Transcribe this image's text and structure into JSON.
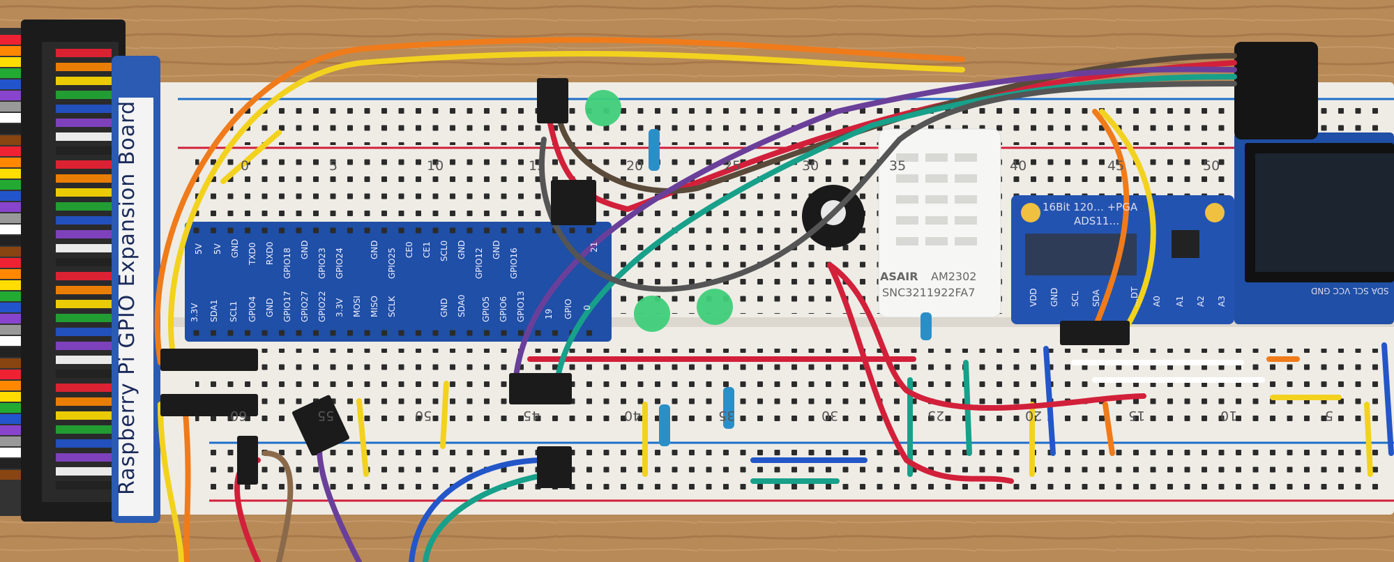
{
  "expansion_board": {
    "title": "Raspberry Pi GPIO Expansion Board",
    "top_pins": [
      "5V",
      "5V",
      "GND",
      "TXD0",
      "RXD0",
      "GPIO18",
      "GND",
      "GPIO23",
      "GPIO24",
      "GND",
      "GPIO25",
      "CE0",
      "CE1",
      "SCL0",
      "GND",
      "GPIO12",
      "GND",
      "GPIO16",
      "21"
    ],
    "bottom_pins": [
      "3.3V",
      "SDA1",
      "SCL1",
      "GPIO4",
      "GND",
      "GPIO17",
      "GPIO27",
      "GPIO22",
      "3.3V",
      "MOSI",
      "MISO",
      "SCLK",
      "GND",
      "SDA0",
      "GPIO5",
      "GPIO6",
      "GPIO13",
      "19",
      "GPIO",
      "0"
    ]
  },
  "breadboard": {
    "top_column_numbers": [
      "0",
      "5",
      "10",
      "15",
      "20",
      "25",
      "30",
      "35",
      "40",
      "45",
      "50"
    ],
    "bottom_column_numbers": [
      "60",
      "55",
      "50",
      "45",
      "40",
      "35",
      "30",
      "25",
      "20",
      "15",
      "10",
      "5"
    ]
  },
  "sensor": {
    "brand": "ASAIR",
    "model": "AM2302",
    "serial": "SNC3211922FA7"
  },
  "adc": {
    "line1": "16Bit 120… +PGA",
    "line2": "ADS11…",
    "pins": [
      "VDD",
      "GND",
      "SCL",
      "SDA",
      "…DT",
      "A0",
      "A1",
      "A2",
      "A3"
    ]
  },
  "oled": {
    "pins_label": "SDA SCL VCC GND"
  },
  "colors": {
    "wood": "#b98a5a",
    "breadboard": "#efece6",
    "rail_red": "#d2203a",
    "rail_blue": "#1e6fc9",
    "pcb_blue": "#1f4fa6"
  }
}
